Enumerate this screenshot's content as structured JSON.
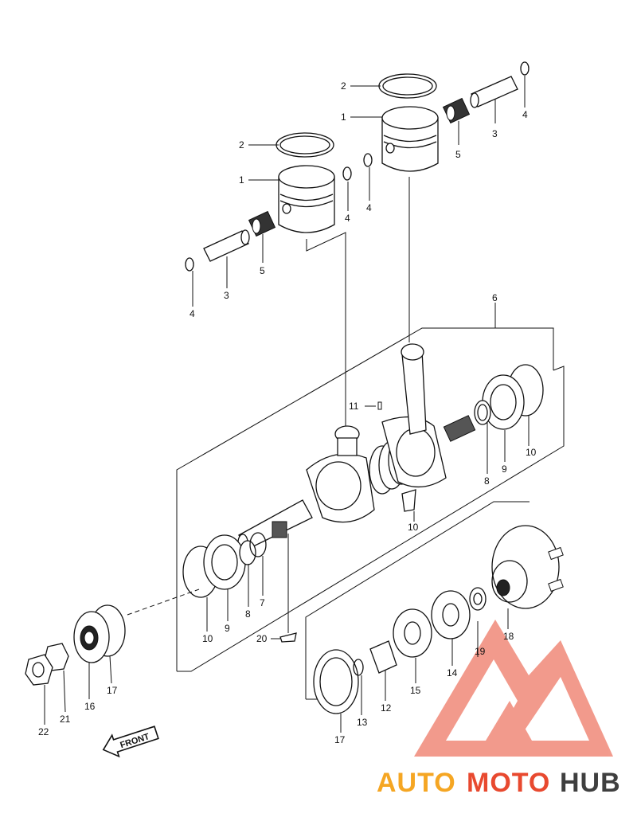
{
  "part_labels": {
    "p1a": "1",
    "p1b": "1",
    "p2a": "2",
    "p2b": "2",
    "p3a": "3",
    "p3b": "3",
    "p4a": "4",
    "p4b": "4",
    "p4c": "4",
    "p4d": "4",
    "p5a": "5",
    "p5b": "5",
    "p6": "6",
    "p7": "7",
    "p8a": "8",
    "p8b": "8",
    "p9a": "9",
    "p9b": "9",
    "p10a": "10",
    "p10b": "10",
    "p10c": "10",
    "p11": "11",
    "p12": "12",
    "p13": "13",
    "p14": "14",
    "p15": "15",
    "p16": "16",
    "p17a": "17",
    "p17b": "17",
    "p18": "18",
    "p19": "19",
    "p20": "20",
    "p21": "21",
    "p22": "22"
  },
  "front_arrow": {
    "label": "FRONT"
  },
  "watermark": {
    "part1": "AUTO",
    "part2": "MOTO",
    "part3": "HUB",
    "color_orange": "#f5a623",
    "color_red": "#e8492f",
    "color_gray": "#3f3f3f"
  }
}
